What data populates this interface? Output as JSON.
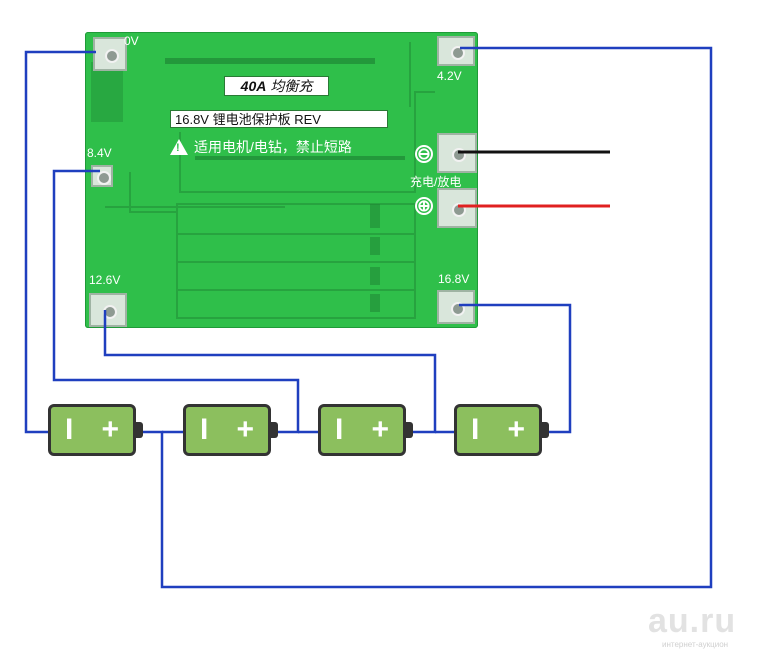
{
  "board": {
    "current_badge": "40A",
    "current_badge_suffix": "均衡充",
    "title": "16.8V 锂电池保护板 REV",
    "warning": "适用电机/电钻，禁止短路",
    "label_0v": "0V",
    "label_4v2": "4.2V",
    "label_8v4": "8.4V",
    "label_12v6": "12.6V",
    "label_16v8": "16.8V",
    "label_charge_discharge": "充电/放电",
    "minus_symbol": "⊖",
    "plus_symbol": "⊕"
  },
  "batteries": [
    {
      "neg": "I",
      "pos": "+"
    },
    {
      "neg": "I",
      "pos": "+"
    },
    {
      "neg": "I",
      "pos": "+"
    },
    {
      "neg": "I",
      "pos": "+"
    }
  ],
  "colors": {
    "board_green": "#2fbf4a",
    "wire": "#1f3fbf",
    "wire_negative": "#111111",
    "wire_positive": "#e02020",
    "battery_fill": "#8cbf5e"
  },
  "watermark": {
    "brand": "au.ru",
    "tagline": "интернет-аукцион"
  }
}
